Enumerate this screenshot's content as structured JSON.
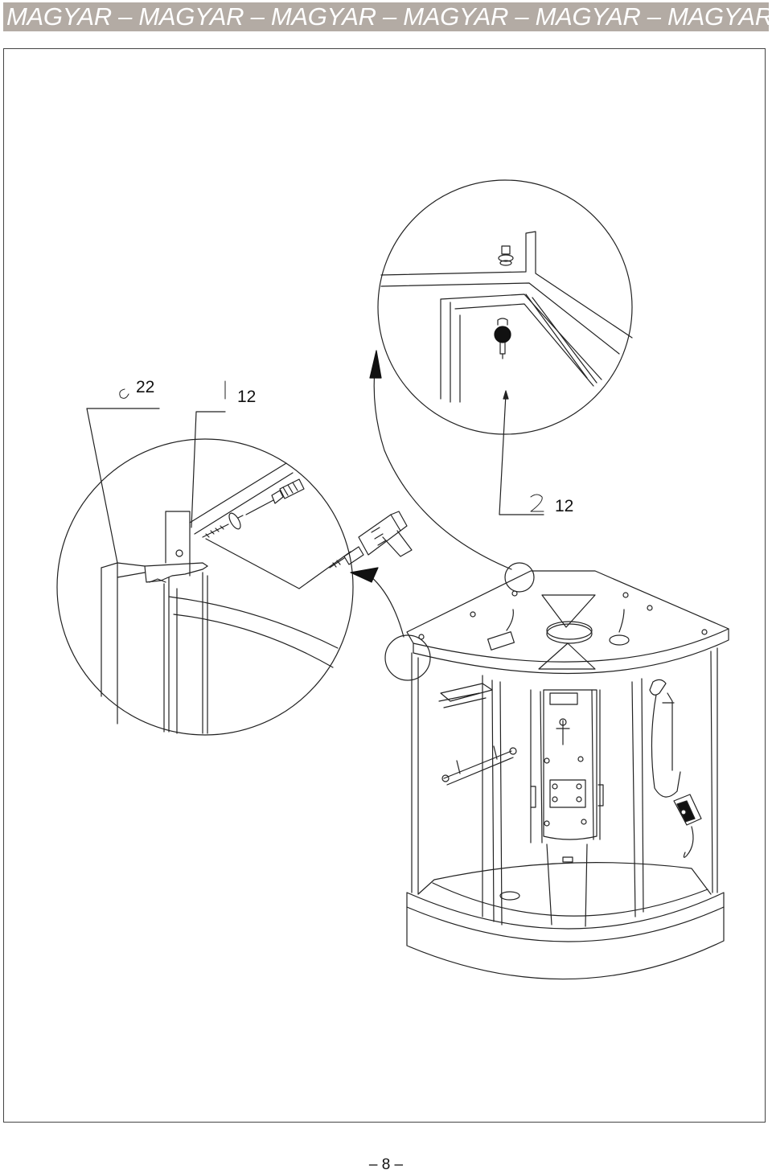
{
  "header": {
    "title": "MAGYAR – MAGYAR – MAGYAR – MAGYAR – MAGYAR – MAGYAR"
  },
  "callouts": {
    "left_profile": {
      "count": "22"
    },
    "left_screw": {
      "count": "12"
    },
    "top_screw": {
      "count": "12"
    }
  },
  "footer": {
    "page_number": "– 8 –"
  },
  "colors": {
    "header_band": "#b3aba4",
    "header_text": "#ffffff",
    "line": "#222222",
    "black_part": "#111111"
  }
}
